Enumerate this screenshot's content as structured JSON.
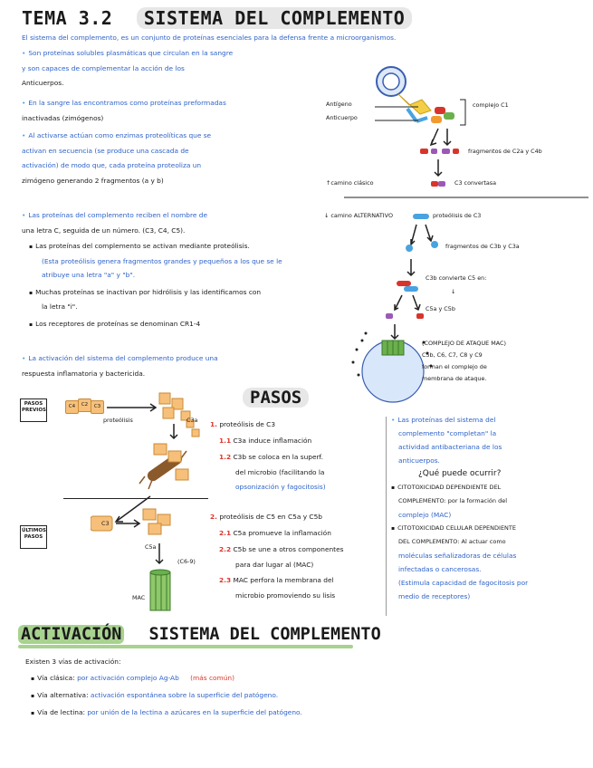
{
  "header": {
    "tema": "TEMA 3.2",
    "title": "SISTEMA DEL COMPLEMENTO"
  },
  "intro": {
    "p1": "El sistema del complemento, es un conjunto de proteínas esenciales para la defensa frente a microorganismos.",
    "p2a": "Son proteínas solubles plasmáticas que circulan en la sangre",
    "p2b": "y son capaces de complementar la acción de los",
    "p2c": "Anticuerpos.",
    "p3a": "En la sangre las encontramos como proteínas preformadas",
    "p3b": "inactivadas (zimógenos)",
    "p4a": "Al activarse actúan como enzimas proteolíticas que se",
    "p4b": "activan en secuencia (se produce una cascada de",
    "p4c": "activación) de modo que, cada proteína proteoliza un",
    "p4d": "zimógeno generando 2 fragmentos (a y b)",
    "p5a": "Las proteínas del complemento reciben el nombre de",
    "p5b": "una letra C, seguida de un número. (C3, C4, C5).",
    "b1": "Las proteínas del complemento se activan mediante proteólisis.",
    "b1b": "(Esta proteólisis genera fragmentos grandes y pequeños a los que se le",
    "b1c": "atribuye una letra \"a\" y \"b\".",
    "b2a": "Muchas proteínas se inactivan por hidrólisis y las identificamos con",
    "b2b": "la letra \"i\".",
    "b3": "Los receptores de proteínas se denominan CR1-4",
    "p6a": "La activación del sistema del complemento produce una",
    "p6b": "respuesta inflamatoria y bactericida."
  },
  "diagram": {
    "antigeno": "Antígeno",
    "anticuerpo": "Anticuerpo",
    "complejo": "complejo C1",
    "fragmentos_c2_c4": "fragmentos de C2a y C4b",
    "camino_clasico": "↑camino clásico",
    "c3_convertasa": "C3 convertasa",
    "camino_alternativo": "↓ camino ALTERNATIVO",
    "proteolisis_c3": "proteólisis de C3",
    "fragmentos_c3": "fragmentos de C3b y C3a",
    "c3b_convierte": "C3b convierte C5 en:",
    "arrow_down": "↓",
    "c5a_c5b": "C5a y C5b",
    "mac1": "(COMPLEJO DE ATAQUE MAC)",
    "mac2": "C5b, C6, C7, C8 y C9",
    "mac3": "forman el complejo de",
    "mac4": "membrana de ataque."
  },
  "pasos": {
    "title": "PASOS",
    "box1": "PASOS PREVIOS",
    "box2": "ÚLTIMOS PASOS",
    "proteolisis_lbl": "proteólisis",
    "c3a_lbl": "C3a",
    "c5a_lbl": "C5a",
    "c6_9_lbl": "(C6-9)",
    "mac_lbl": "MAC",
    "cells_top": [
      "C4",
      "C2",
      "C3"
    ],
    "s1": "proteólisis de C3",
    "s1_1": "C3a induce inflamación",
    "s1_2a": "C3b se coloca en la superf.",
    "s1_2b": "del microbio (facilitando la",
    "s1_2c": "opsonización y fagocitosis)",
    "s2": "proteólisis de C5 en C5a y C5b",
    "s2_1": "C5a promueve la inflamación",
    "s2_2a": "C5b se une a otros componentes",
    "s2_2b": "para dar lugar al (MAC)",
    "s2_3a": "MAC perfora la membrana del",
    "s2_3b": "microbio promoviendo su lisis",
    "n1": "1.",
    "n11": "1.1",
    "n12": "1.2",
    "n2": "2.",
    "n21": "2.1",
    "n22": "2.2",
    "n23": "2.3"
  },
  "side": {
    "a": "Las proteínas del sistema del",
    "b": "complemento \"completan\" la",
    "c": "actividad antibacteriana de los",
    "d": "anticuerpos.",
    "q": "¿Qué puede ocurrir?",
    "c1a": "CITOTOXICIDAD DEPENDIENTE DEL",
    "c1b": "COMPLEMENTO: por la formación del",
    "c1c": "complejo (MAC)",
    "c2a": "CITOTOXICIDAD CELULAR DEPENDIENTE",
    "c2b": "DEL COMPLEMENTO: Al actuar como",
    "c2c": "moléculas señalizadoras de células",
    "c2d": "infectadas o cancerosas.",
    "c2e": "(Estimula capacidad de fagocitosis por",
    "c2f": "medio de receptores)"
  },
  "activacion": {
    "title1": "ACTIVACIÓN",
    "title2": "SISTEMA DEL COMPLEMENTO",
    "intro": "Existen 3 vías de activación:",
    "v1a": "Vía clásica:",
    "v1b": "por activación complejo Ag-Ab",
    "v1c": "(más común)",
    "v2a": "Vía alternativa:",
    "v2b": "activación espontánea sobre la superficie del patógeno.",
    "v3a": "Vía de lectina:",
    "v3b": "por unión de la lectina a azúcares en la superficie del patógeno."
  },
  "colors": {
    "blue": "#2e63c9",
    "cyan": "#4aa3e0",
    "red": "#e0342a",
    "green": "#a8d28f",
    "orange": "#f7c07a"
  }
}
